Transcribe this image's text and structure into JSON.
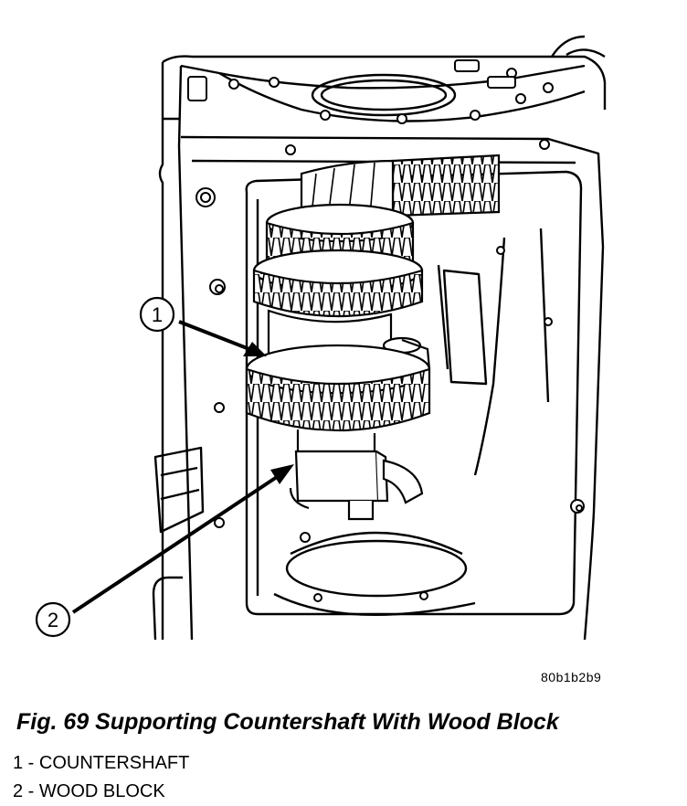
{
  "figure": {
    "ref_code": "80b1b2b9",
    "caption": "Fig. 69 Supporting Countershaft With Wood Block",
    "callouts": [
      {
        "number": "1",
        "label": "COUNTERSHAFT"
      },
      {
        "number": "2",
        "label": "WOOD BLOCK"
      }
    ],
    "legend": [
      "1 - COUNTERSHAFT",
      "2 - WOOD BLOCK"
    ]
  }
}
